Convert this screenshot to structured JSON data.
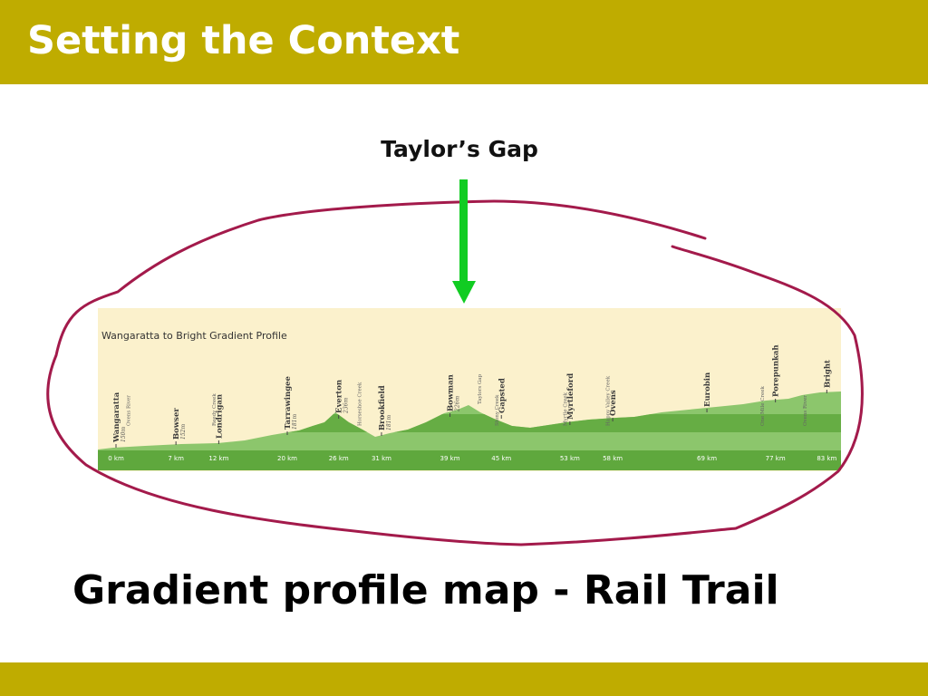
{
  "slide": {
    "title": "Setting the Context",
    "caption": "Gradient profile map - Rail Trail"
  },
  "callout": {
    "label": "Taylor’s Gap",
    "arrow_color": "#11cc22"
  },
  "annotation": {
    "loop_color": "#a31a4b"
  },
  "colors": {
    "header_bar": "#bfac00",
    "map_background": "#fbf1cc",
    "terrain_dark": "#5fa83d",
    "terrain_light": "#8cc66c"
  },
  "profile": {
    "title": "Wangaratta to Bright Gradient Profile",
    "distance_ticks": [
      "0 km",
      "7 km",
      "12 km",
      "20 km",
      "26 km",
      "31 km",
      "39 km",
      "45 km",
      "53 km",
      "58 km",
      "69 km",
      "77 km",
      "83 km"
    ],
    "towns": [
      {
        "name": "Wangaratta",
        "altitude": "150m",
        "km": 0
      },
      {
        "name": "Bowser",
        "altitude": "152m",
        "km": 7
      },
      {
        "name": "Londrigan",
        "altitude": "",
        "km": 12
      },
      {
        "name": "Tarrawingee",
        "altitude": "181m",
        "km": 20
      },
      {
        "name": "Everton",
        "altitude": "236m",
        "km": 26
      },
      {
        "name": "Brookfield",
        "altitude": "181m",
        "km": 31
      },
      {
        "name": "Bowman",
        "altitude": "226m",
        "km": 39
      },
      {
        "name": "Gapsted",
        "altitude": "",
        "km": 45
      },
      {
        "name": "Myrtleford",
        "altitude": "",
        "km": 53
      },
      {
        "name": "Ovens",
        "altitude": "",
        "km": 58
      },
      {
        "name": "Eurobin",
        "altitude": "",
        "km": 69
      },
      {
        "name": "Porepunkah",
        "altitude": "",
        "km": 77
      },
      {
        "name": "Bright",
        "altitude": "",
        "km": 83
      }
    ],
    "features": [
      {
        "name": "Ovens River",
        "km": 1
      },
      {
        "name": "Reedy Creek",
        "km": 11
      },
      {
        "name": "Horseshoe Creek",
        "km": 28
      },
      {
        "name": "Taylors Gap",
        "km": 42
      },
      {
        "name": "Stony Creek",
        "km": 44
      },
      {
        "name": "Myrtle Creek",
        "km": 52
      },
      {
        "name": "Happy Valley Creek",
        "km": 57
      },
      {
        "name": "One Mile Creek",
        "km": 75
      },
      {
        "name": "Ovens River",
        "km": 80
      }
    ]
  }
}
